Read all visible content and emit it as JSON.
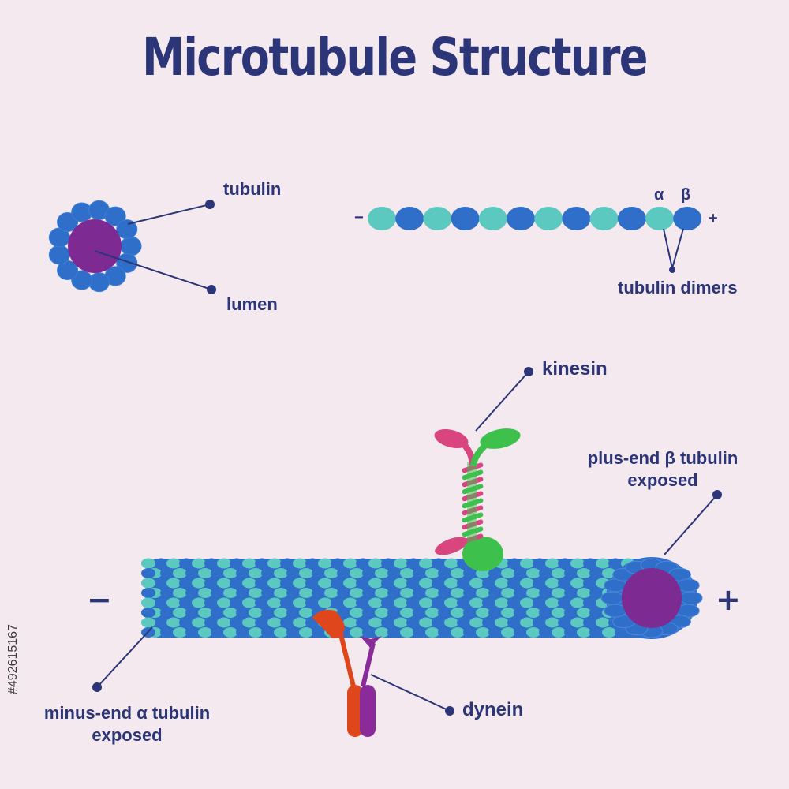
{
  "title": "Microtubule Structure",
  "labels": {
    "tubulin": "tubulin",
    "lumen": "lumen",
    "alpha": "α",
    "beta": "β",
    "minus_sign": "−",
    "plus_sign": "+",
    "tubulin_dimers": "tubulin dimers",
    "kinesin": "kinesin",
    "plus_end_line1": "plus-end β tubulin",
    "plus_end_line2": "exposed",
    "minus_end_line1": "minus-end α tubulin",
    "minus_end_line2": "exposed",
    "dynein": "dynein",
    "tube_minus": "−",
    "tube_plus": "+"
  },
  "stock_id": "#492615167",
  "colors": {
    "background": "#f4e9ef",
    "text": "#2b3577",
    "alpha_tubulin": "#5cc9c0",
    "beta_tubulin": "#2f6ec9",
    "lumen": "#7e2a93",
    "kinesin_pink": "#d8457f",
    "kinesin_green": "#3ec04d",
    "dynein_orange": "#e0461b",
    "dynein_purple": "#8a2b9a",
    "pointer": "#2b3577"
  }
}
